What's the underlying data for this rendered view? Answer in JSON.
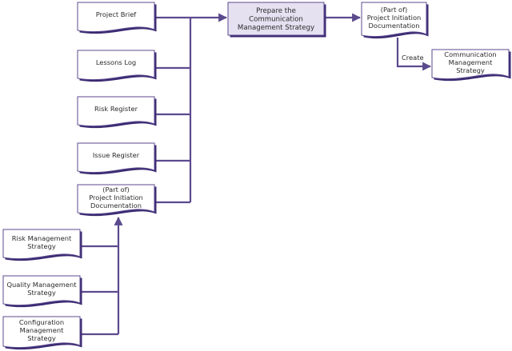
{
  "diagram": {
    "title": "Prepare the Communication Management Strategy",
    "colors": {
      "line": "#5c4a8e",
      "border": "#5c4a8e",
      "shadow": "#3b2a72",
      "process_fill": "#e6e1f1",
      "doc_fill": "#ffffff",
      "text": "#2a2a2a"
    },
    "inputs": [
      {
        "id": "project-brief",
        "lines": [
          "Project Brief"
        ]
      },
      {
        "id": "lessons-log",
        "lines": [
          "Lessons Log"
        ]
      },
      {
        "id": "risk-register",
        "lines": [
          "Risk Register"
        ]
      },
      {
        "id": "issue-register",
        "lines": [
          "Issue Register"
        ]
      },
      {
        "id": "pid-input",
        "lines": [
          "(Part of)",
          "Project Initiation",
          "Documentation"
        ]
      }
    ],
    "pid_sources": [
      {
        "id": "risk-management-strategy",
        "lines": [
          "Risk Management",
          "Strategy"
        ]
      },
      {
        "id": "quality-management-strategy",
        "lines": [
          "Quality Management",
          "Strategy"
        ]
      },
      {
        "id": "configuration-management-strategy",
        "lines": [
          "Configuration",
          "Management",
          "Strategy"
        ]
      }
    ],
    "process": {
      "id": "prepare-process",
      "lines": [
        "Prepare the",
        "Communication",
        "Management Strategy"
      ]
    },
    "output_container": {
      "id": "pid-output",
      "lines": [
        "(Part of)",
        "Project Initiation",
        "Documentation"
      ]
    },
    "output": {
      "id": "communication-management-strategy",
      "lines": [
        "Communication",
        "Management",
        "Strategy"
      ]
    },
    "edge_labels": {
      "create": "Create"
    }
  }
}
